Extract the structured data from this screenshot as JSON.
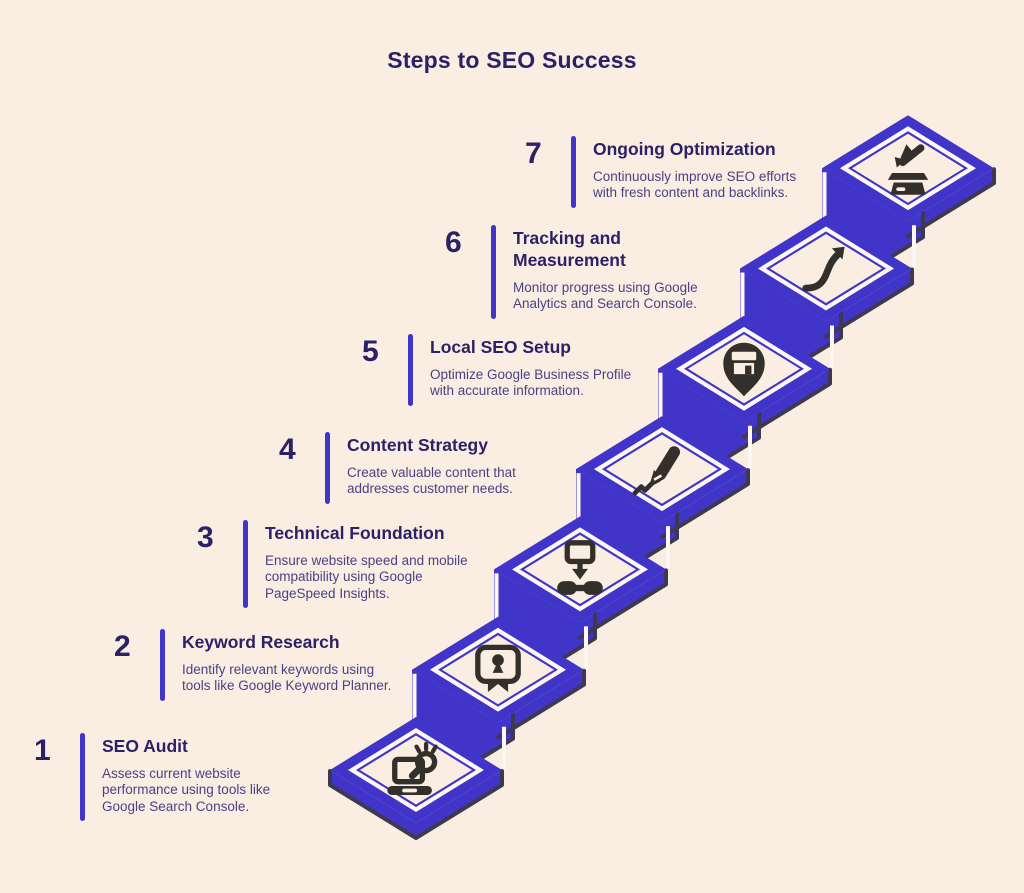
{
  "title": "Steps to SEO Success",
  "colors": {
    "background": "#faeee3",
    "primary_blue": "#4134c8",
    "dark_edge": "#3f394f",
    "white_line": "#fdf8ef",
    "heading_text": "#2b2166",
    "body_text": "#4a4183",
    "icon_color": "#33302b"
  },
  "steps": [
    {
      "number": "1",
      "title": "SEO Audit",
      "description": "Assess current website\nperformance using tools like\nGoogle Search Console.",
      "icon": "seo-audit-icon"
    },
    {
      "number": "2",
      "title": "Keyword Research",
      "description": "Identify relevant keywords using\ntools like Google Keyword Planner.",
      "icon": "keyword-research-icon"
    },
    {
      "number": "3",
      "title": "Technical Foundation",
      "description": "Ensure website speed and mobile\ncompatibility using Google\nPageSpeed Insights.",
      "icon": "technical-foundation-icon"
    },
    {
      "number": "4",
      "title": "Content Strategy",
      "description": "Create valuable content that\naddresses customer needs.",
      "icon": "content-strategy-icon"
    },
    {
      "number": "5",
      "title": "Local SEO Setup",
      "description": "Optimize Google Business Profile\nwith accurate information.",
      "icon": "local-seo-icon"
    },
    {
      "number": "6",
      "title": "Tracking and\nMeasurement",
      "description": "Monitor progress using Google\nAnalytics and Search Console.",
      "icon": "tracking-measurement-icon"
    },
    {
      "number": "7",
      "title": "Ongoing Optimization",
      "description": "Continuously improve SEO efforts\nwith fresh content and backlinks.",
      "icon": "ongoing-optimization-icon"
    }
  ]
}
